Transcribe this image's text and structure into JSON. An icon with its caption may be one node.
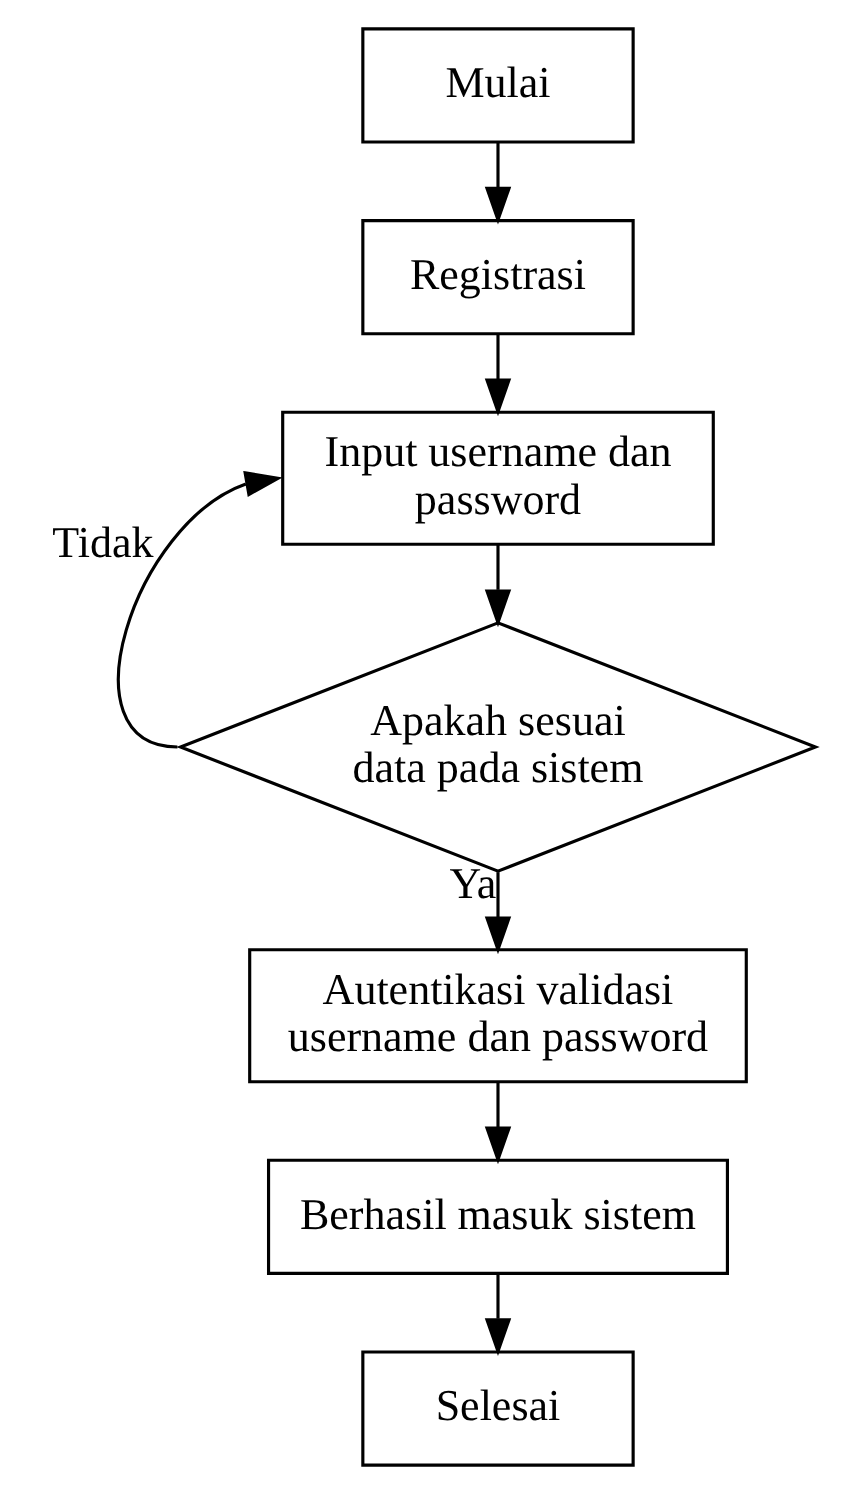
{
  "diagram": {
    "nodes": [
      {
        "text": [
          "Mulai"
        ]
      },
      {
        "text": [
          "Registrasi"
        ]
      },
      {
        "text": [
          "Input username dan password"
        ]
      },
      {
        "text": [
          "Apakah sesuai data pada sistem"
        ]
      },
      {
        "text": [
          "Autentikasi validasi username dan password"
        ]
      },
      {
        "text": [
          "Berhasil masuk sistem"
        ]
      },
      {
        "text": [
          "Selesai"
        ]
      }
    ],
    "edges": [
      {
        "from": 0,
        "to": 1,
        "arrow": "to"
      },
      {
        "from": 1,
        "to": 2,
        "arrow": "to"
      },
      {
        "from": 2,
        "to": 3,
        "arrow": "to"
      },
      {
        "from": 3,
        "to": 2,
        "arrow": "to",
        "label": "Tidak"
      },
      {
        "from": 3,
        "to": 4,
        "arrow": "to",
        "label": "Ya"
      },
      {
        "from": 4,
        "to": 5,
        "arrow": "to"
      },
      {
        "from": 5,
        "to": 6,
        "arrow": "to"
      }
    ]
  }
}
